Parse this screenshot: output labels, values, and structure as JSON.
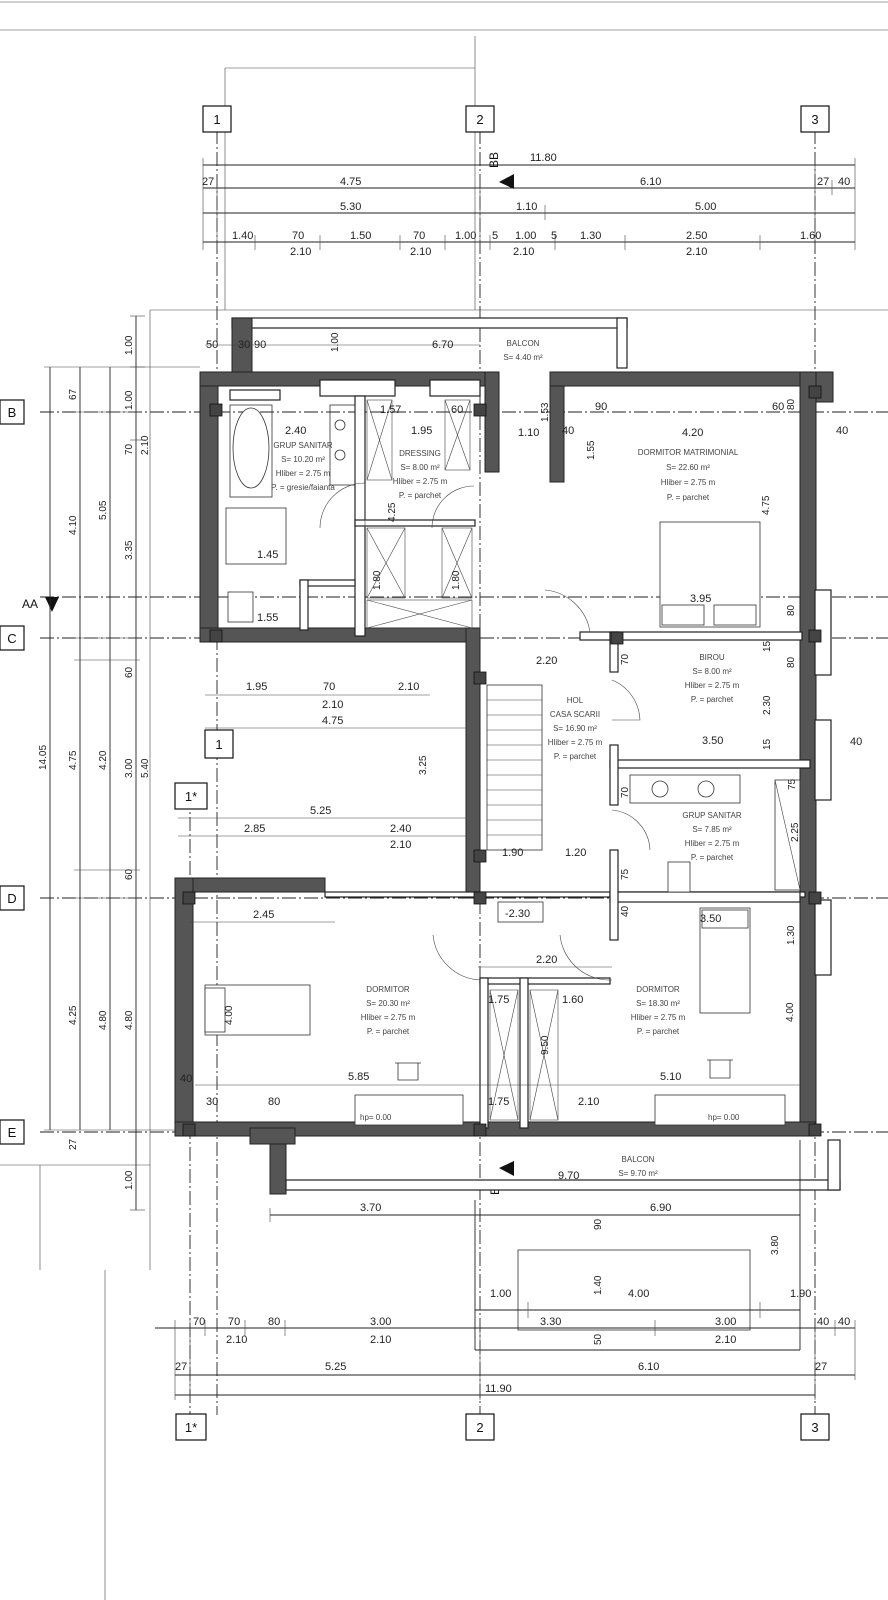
{
  "axes": {
    "top": [
      "1",
      "2",
      "3"
    ],
    "bottom": [
      "1*",
      "2",
      "3"
    ],
    "left": [
      "B",
      "C",
      "D",
      "E"
    ],
    "extra": [
      "1",
      "1*"
    ]
  },
  "sections": {
    "aa": "AA",
    "bb_top": "BB",
    "bb_bottom": "BB"
  },
  "top_dims": {
    "overall": "11.80",
    "row1": [
      "27",
      "4.75",
      "6.10",
      "27",
      "40"
    ],
    "row2": [
      "5.30",
      "1.10",
      "5.00"
    ],
    "row3": [
      "1.40",
      "70",
      "1.50",
      "70",
      "1.00",
      "5",
      "1.00",
      "5",
      "1.30",
      "2.50",
      "1.60"
    ],
    "row3_sub": [
      "2.10",
      "2.10",
      "2.10",
      "2.10"
    ]
  },
  "bottom_dims": {
    "row_a": [
      "70",
      "70",
      "80",
      "3.00",
      "3.30",
      "3.00",
      "40",
      "40"
    ],
    "row_a_sub": [
      "2.10",
      "2.10",
      "2.10"
    ],
    "row_b": [
      "27",
      "5.25",
      "6.10",
      "27"
    ],
    "overall": "11.90",
    "terrace": [
      "3.70",
      "6.90",
      "1.00",
      "4.00",
      "1.90",
      "1.40",
      "3.80",
      "50",
      "90"
    ]
  },
  "left_dims": {
    "outer": "14.05",
    "col2": [
      "4.10",
      "3.35",
      "4.75",
      "4.25",
      "60",
      "60"
    ],
    "col1": [
      "67",
      "5.05",
      "4.20",
      "4.80",
      "27"
    ],
    "col3": [
      "1.00",
      "1.00",
      "70",
      "2.10",
      "3.00",
      "5.40",
      "4.80",
      "1.00"
    ]
  },
  "inner_dims": {
    "balcony_top": [
      "50",
      "30",
      "90",
      "1.00",
      "6.70"
    ],
    "bath1": [
      "2.40",
      "1.45",
      "1.55",
      "1.57"
    ],
    "closet": [
      "1.95",
      "60",
      "4.25",
      "1.80",
      "1.80"
    ],
    "master": [
      "1.10",
      "1.53",
      "40",
      "90",
      "4.20",
      "1.55",
      "4.75",
      "3.95",
      "80",
      "80",
      "40",
      "60"
    ],
    "hall": [
      "2.20",
      "1.90",
      "1.20",
      "70",
      "3.25"
    ],
    "office": [
      "2.30",
      "3.50",
      "80",
      "15",
      "40"
    ],
    "bath2": [
      "70",
      "2.25",
      "75",
      "75",
      "15"
    ],
    "left_zone": [
      "1.95",
      "70",
      "2.10",
      "2.10",
      "4.75",
      "5.25",
      "2.85",
      "2.40",
      "2.10"
    ],
    "bed_left": [
      "2.45",
      "4.00",
      "5.85",
      "30",
      "80",
      "40"
    ],
    "bed_right": [
      "2.20",
      "1.75",
      "1.60",
      "9.50",
      "4.00",
      "5.10",
      "2.10",
      "1.75",
      "3.50",
      "1.30",
      "40"
    ],
    "level": "-2.30",
    "hp": [
      "hp= 0.00",
      "hp= 0.00"
    ]
  },
  "rooms": {
    "balcon_top": {
      "name": "BALCON",
      "area": "S= 4.40 m²"
    },
    "grup_top": {
      "name": "GRUP SANITAR",
      "area": "S= 10.20 m²",
      "h": "Hliber = 2.75 m",
      "floor": "P. = gresie/faianta"
    },
    "dressing": {
      "name": "DRESSING",
      "area": "S= 8.00 m²",
      "h": "Hliber = 2.75 m",
      "floor": "P. = parchet"
    },
    "master": {
      "name": "DORMITOR MATRIMONIAL",
      "area": "S= 22.60 m²",
      "h": "Hliber = 2.75 m",
      "floor": "P. = parchet"
    },
    "hol": {
      "name": "HOL",
      "sub": "CASA SCARII",
      "area": "S= 16.90 m²",
      "h": "Hliber = 2.75 m",
      "floor": "P. = parchet"
    },
    "birou": {
      "name": "BIROU",
      "area": "S= 8.00 m²",
      "h": "Hliber = 2.75 m",
      "floor": "P. = parchet"
    },
    "grup_mid": {
      "name": "GRUP SANITAR",
      "area": "S= 7.85 m²",
      "h": "Hliber = 2.75 m",
      "floor": "P. = parchet"
    },
    "dorm_left": {
      "name": "DORMITOR",
      "area": "S= 20.30 m²",
      "h": "Hliber = 2.75 m",
      "floor": "P. = parchet"
    },
    "dorm_right": {
      "name": "DORMITOR",
      "area": "S= 18.30 m²",
      "h": "Hliber = 2.75 m",
      "floor": "P. = parchet"
    },
    "balcon_bottom": {
      "name": "BALCON",
      "area": "S= 9.70 m²"
    },
    "balcon_bottom_dim": "9.70"
  }
}
